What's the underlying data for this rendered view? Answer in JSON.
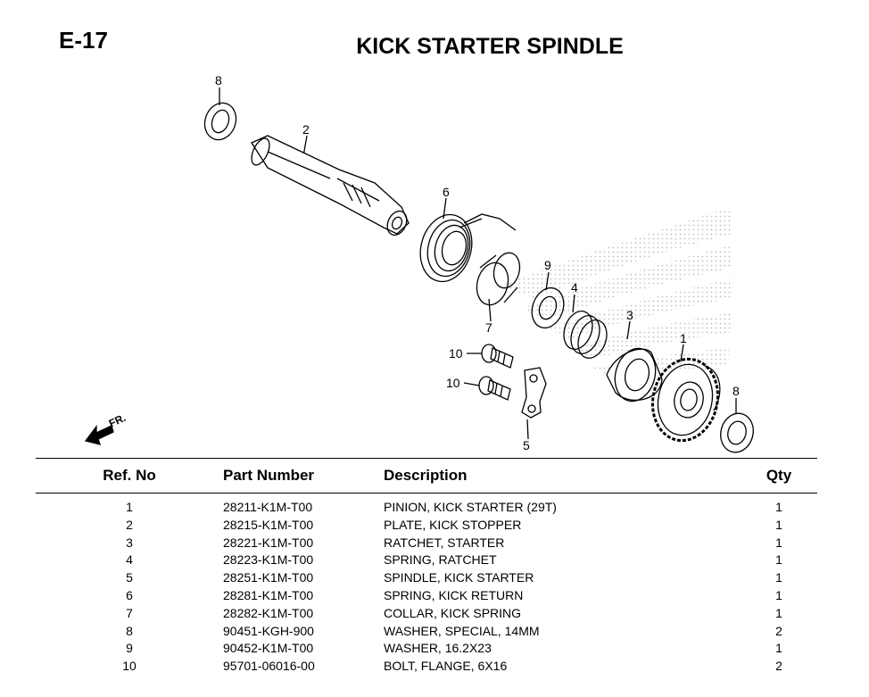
{
  "page": {
    "code": "E-17",
    "title": "KICK STARTER SPINDLE"
  },
  "diagram": {
    "callouts": [
      "1",
      "2",
      "3",
      "4",
      "5",
      "6",
      "7",
      "8",
      "8",
      "9",
      "10",
      "10"
    ],
    "direction_label": "FR."
  },
  "table": {
    "headers": {
      "ref": "Ref. No",
      "part": "Part Number",
      "desc": "Description",
      "qty": "Qty"
    },
    "rows": [
      {
        "ref": "1",
        "part": "28211-K1M-T00",
        "desc": "PINION, KICK STARTER (29T)",
        "qty": "1"
      },
      {
        "ref": "2",
        "part": "28215-K1M-T00",
        "desc": "PLATE, KICK  STOPPER",
        "qty": "1"
      },
      {
        "ref": "3",
        "part": "28221-K1M-T00",
        "desc": "RATCHET, STARTER",
        "qty": "1"
      },
      {
        "ref": "4",
        "part": "28223-K1M-T00",
        "desc": "SPRING, RATCHET",
        "qty": "1"
      },
      {
        "ref": "5",
        "part": "28251-K1M-T00",
        "desc": "SPINDLE, KICK STARTER",
        "qty": "1"
      },
      {
        "ref": "6",
        "part": "28281-K1M-T00",
        "desc": "SPRING, KICK RETURN",
        "qty": "1"
      },
      {
        "ref": "7",
        "part": "28282-K1M-T00",
        "desc": "COLLAR, KICK SPRING",
        "qty": "1"
      },
      {
        "ref": "8",
        "part": "90451-KGH-900",
        "desc": "WASHER, SPECIAL, 14MM",
        "qty": "2"
      },
      {
        "ref": "9",
        "part": "90452-K1M-T00",
        "desc": "WASHER, 16.2X23",
        "qty": "1"
      },
      {
        "ref": "10",
        "part": "95701-06016-00",
        "desc": "BOLT, FLANGE, 6X16",
        "qty": "2"
      }
    ]
  }
}
